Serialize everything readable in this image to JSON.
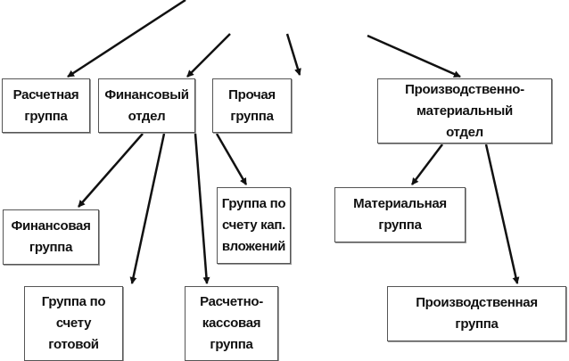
{
  "nodes": {
    "raschetnaya": "Расчетная\nгруппа",
    "finansovy_otdel": "Финансовый\nотдел",
    "prochaya": "Прочая\nгруппа",
    "proizv_mat_otdel": "Производственно-\nматериальный\nотдел",
    "finansovaya_gruppa": "Финансовая\nгруппа",
    "kap_vlozheniya": "Группа по\nсчету кап.\nвложений",
    "materialnaya": "Материальная\nгруппа",
    "gotovoy": "Группа по\nсчету\nготовой",
    "rasch_kassovaya": "Расчетно-\nкассовая\nгруппа",
    "proizvodstvennaya": "Производственная\nгруппа"
  },
  "colors": {
    "line": "#111111",
    "border": "#555555"
  }
}
